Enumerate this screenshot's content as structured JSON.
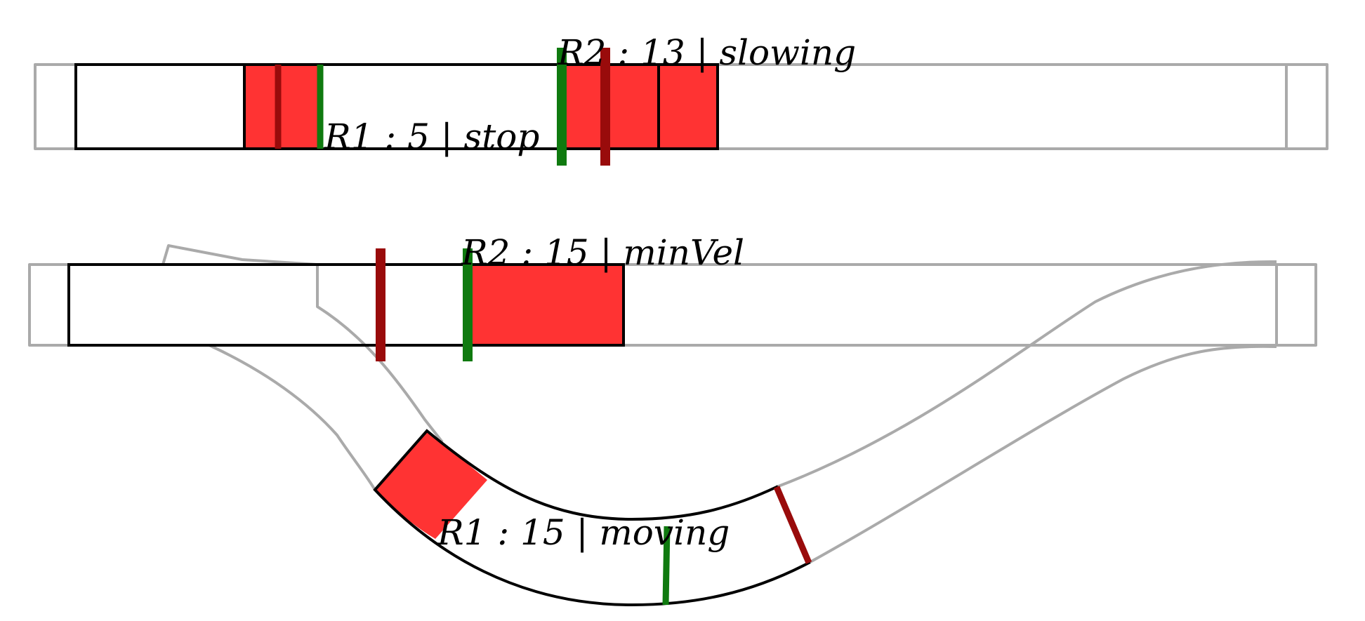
{
  "robots": {
    "top": {
      "r2_label": "R2 : 13 | slowing",
      "r1_label": "R1 : 5 | stop"
    },
    "middle": {
      "r2_label": "R2 : 15 | minVel"
    },
    "bottom": {
      "r1_label": "R1 : 15 | moving"
    }
  },
  "colors": {
    "occupied": "#ff3333",
    "start_marker": "#0f7a0f",
    "end_marker": "#990b0b",
    "lane": "#aaaaaa",
    "road": "#000000"
  }
}
